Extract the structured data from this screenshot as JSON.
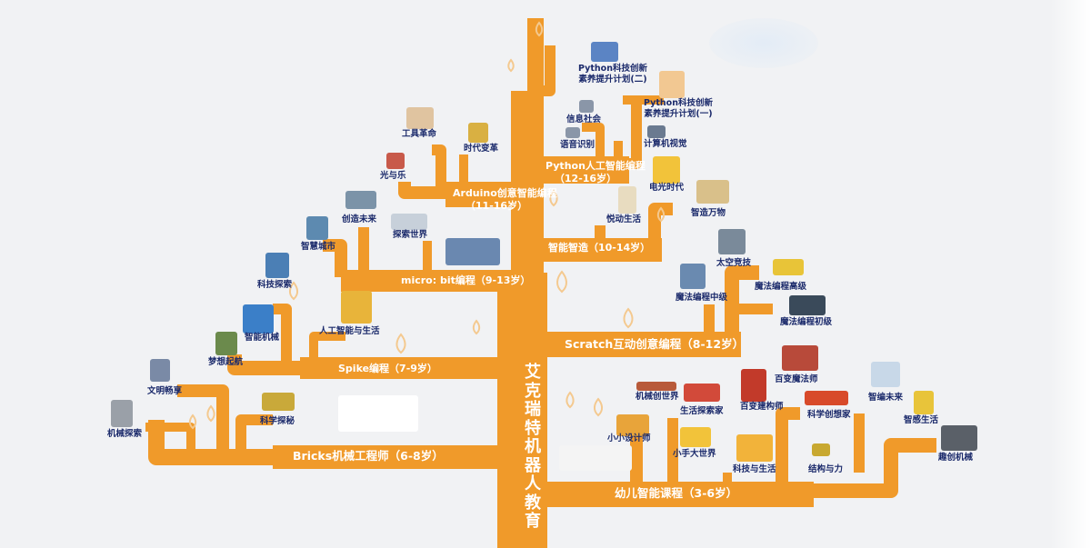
{
  "title": "艾克瑞特机器人教育",
  "colors": {
    "branch": "#f09a2a",
    "text": "#1b2a6b",
    "leaf": "#f4c98f",
    "background": "#f1f2f4"
  },
  "courses": {
    "bricks": {
      "label": "Bricks机械工程师（6-8岁）",
      "items": [
        "文明畅享",
        "机械探索",
        "梦想起航",
        "科学探秘"
      ]
    },
    "spike": {
      "label": "Spike编程（7-9岁）",
      "items": [
        "科技探索",
        "智能机械",
        "人工智能与生活"
      ]
    },
    "microbit": {
      "label": "micro: bit编程（9-13岁）",
      "items": [
        "智慧城市",
        "创造未来",
        "探索世界"
      ]
    },
    "arduino": {
      "label": "Arduino创意智能编程",
      "age": "（11-16岁）",
      "items": [
        "光与乐",
        "工具革命",
        "时代变革"
      ]
    },
    "python": {
      "label": "Python人工智能编程",
      "age": "（12-16岁）",
      "items": [
        "信息社会",
        "语音识别",
        "计算机视觉",
        "Python科技创新素养提升计划(二)",
        "Python科技创新素养提升计划(一)"
      ],
      "plan2_line1": "Python科技创新",
      "plan2_line2": "素养提升计划(二)",
      "plan1_line1": "Python科技创新",
      "plan1_line2": "素养提升计划(一)"
    },
    "smart": {
      "label": "智能智造（10-14岁）",
      "items": [
        "悦动生活",
        "电光时代",
        "智造万物"
      ]
    },
    "scratch": {
      "label": "Scratch互动创意编程（8-12岁）",
      "items": [
        "太空竞技",
        "魔法编程中级",
        "魔法编程高级",
        "魔法编程初级"
      ]
    },
    "kids": {
      "label": "幼儿智能课程（3-6岁）",
      "items": [
        "机械创世界",
        "生活探索家",
        "小小设计师",
        "小手大世界",
        "百变魔法师",
        "百变建构师",
        "科学创想家",
        "科技与生活",
        "结构与力",
        "智编未来",
        "智感生活",
        "趣创机械"
      ]
    }
  },
  "icons": [
    "robot-icon",
    "building-block-icon",
    "lego-set-icon",
    "kit-box-icon",
    "gamepad-icon",
    "tablet-icon",
    "piggy-bank-icon",
    "radio-icon",
    "drone-icon",
    "leaf-icon"
  ]
}
